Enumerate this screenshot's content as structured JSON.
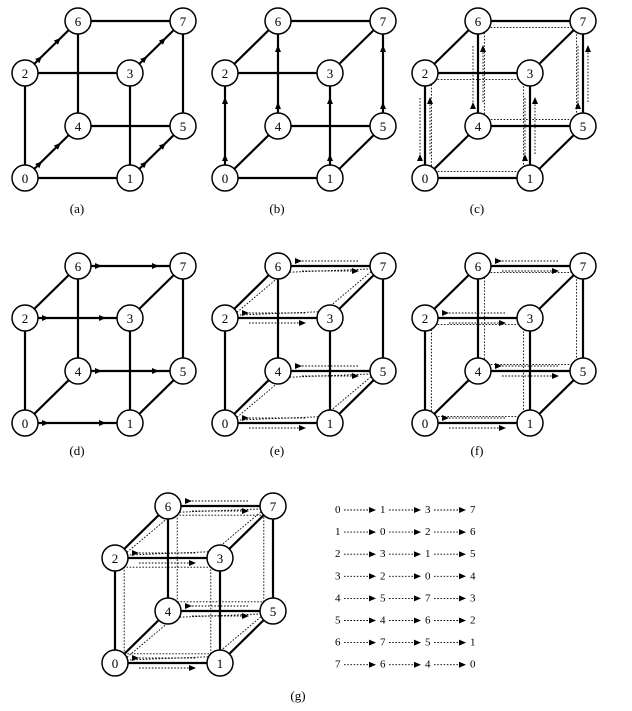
{
  "colors": {
    "ink": "#000000",
    "paper": "#ffffff"
  },
  "node_labels": [
    "0",
    "1",
    "2",
    "3",
    "4",
    "5",
    "6",
    "7"
  ],
  "panels": [
    {
      "caption": "(a)",
      "dimension": 2,
      "mode": "arrows"
    },
    {
      "caption": "(b)",
      "dimension": 1,
      "mode": "arrows"
    },
    {
      "caption": "(c)",
      "dimension": 1,
      "mode": "loops",
      "accumulate": [
        2
      ]
    },
    {
      "caption": "(d)",
      "dimension": 0,
      "mode": "arrows"
    },
    {
      "caption": "(e)",
      "dimension": 0,
      "mode": "loops",
      "accumulate": [
        1
      ]
    },
    {
      "caption": "(f)",
      "dimension": 0,
      "mode": "loops",
      "accumulate": [
        2
      ]
    },
    {
      "caption": "(g)",
      "dimension": 0,
      "mode": "loops",
      "accumulate": [
        1,
        2
      ]
    }
  ],
  "sequences": [
    [
      "0",
      "1",
      "3",
      "7"
    ],
    [
      "1",
      "0",
      "2",
      "6"
    ],
    [
      "2",
      "3",
      "1",
      "5"
    ],
    [
      "3",
      "2",
      "0",
      "4"
    ],
    [
      "4",
      "5",
      "7",
      "3"
    ],
    [
      "5",
      "4",
      "6",
      "2"
    ],
    [
      "6",
      "7",
      "5",
      "1"
    ],
    [
      "7",
      "6",
      "4",
      "0"
    ]
  ]
}
